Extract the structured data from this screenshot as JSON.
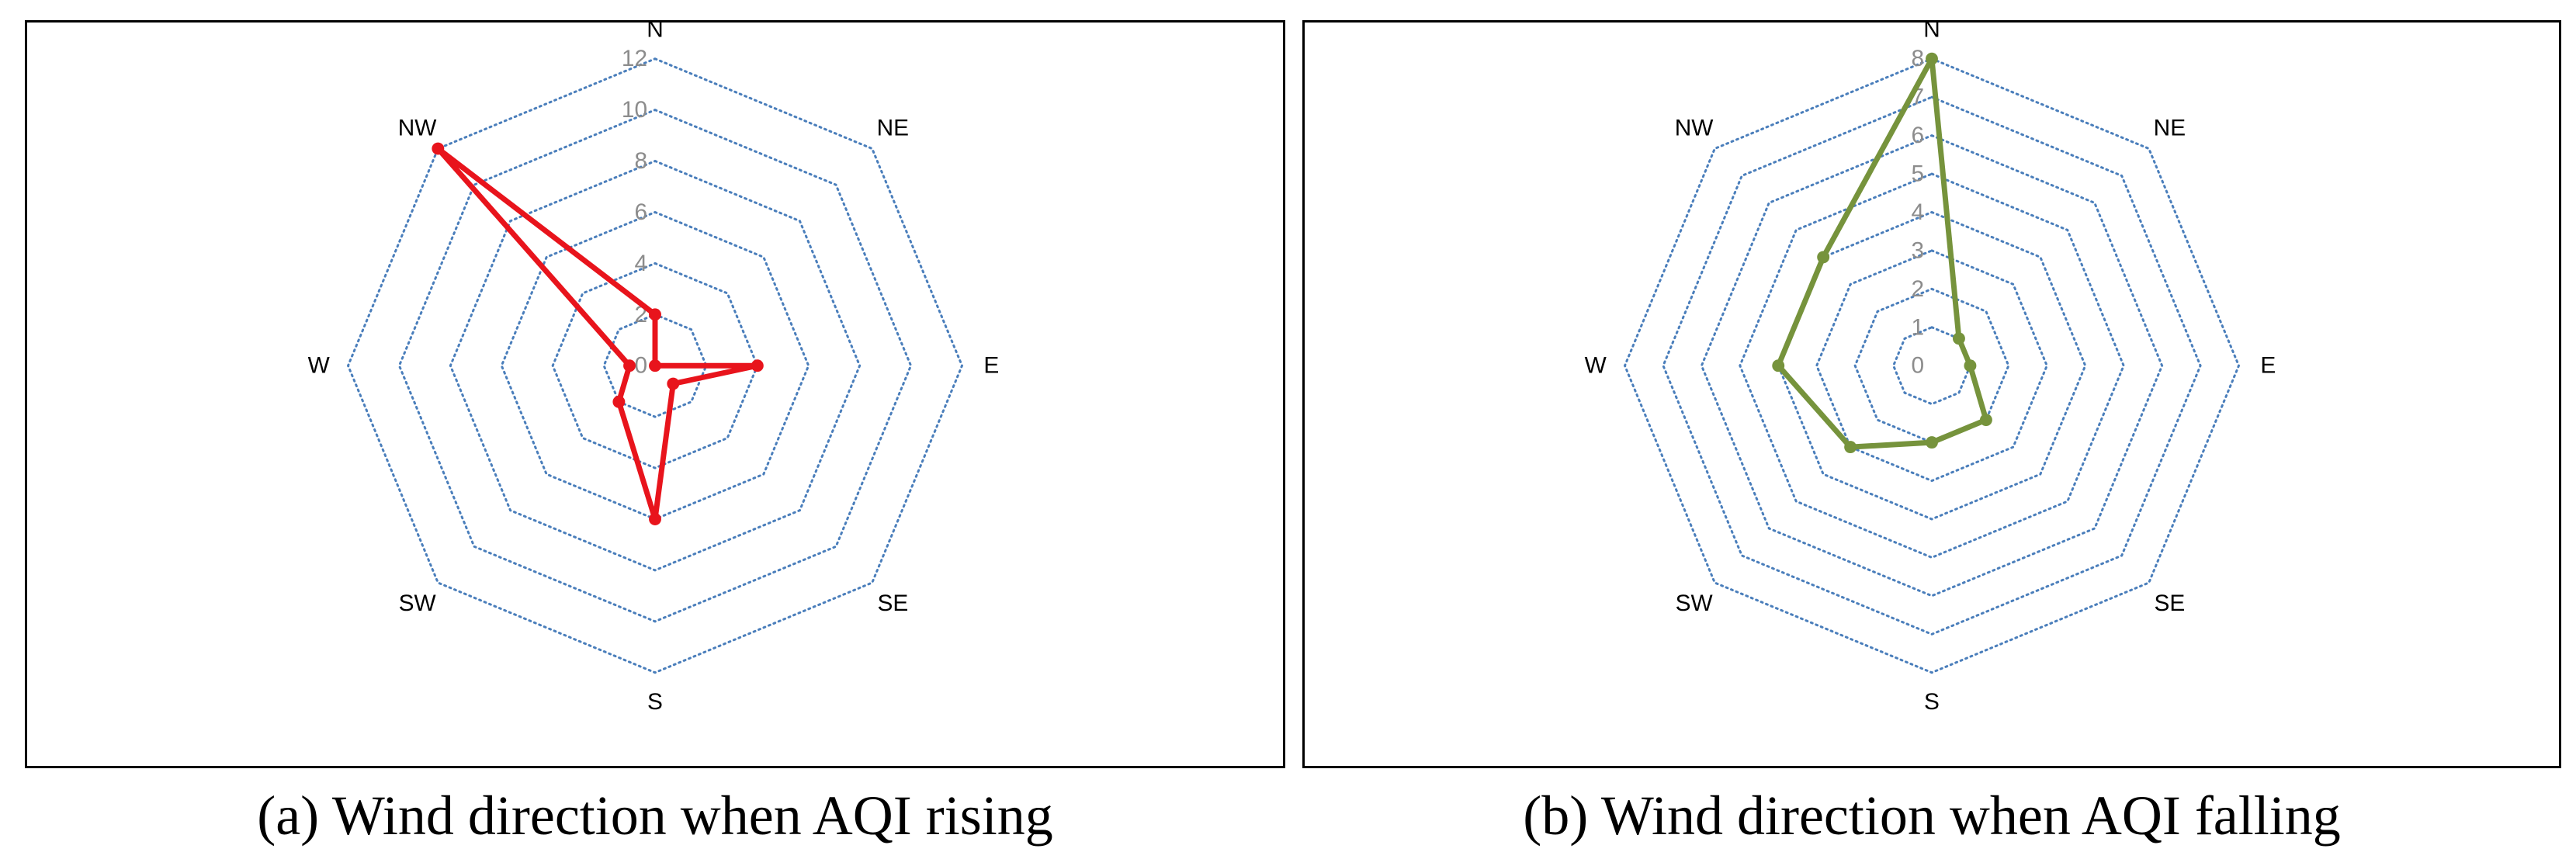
{
  "chart_data": [
    {
      "type": "radar",
      "caption": "(a) Wind direction when AQI rising",
      "categories": [
        "N",
        "NE",
        "E",
        "SE",
        "S",
        "SW",
        "W",
        "NW"
      ],
      "rmax": 12,
      "ticks": [
        "0",
        "2",
        "4",
        "6",
        "8",
        "10",
        "12"
      ],
      "grid": true,
      "series": [
        {
          "values": [
            2,
            0,
            4,
            1,
            6,
            2,
            1,
            12
          ],
          "color": "#e8141c"
        }
      ]
    },
    {
      "type": "radar",
      "caption": "(b) Wind direction when AQI falling",
      "categories": [
        "N",
        "NE",
        "E",
        "SE",
        "S",
        "SW",
        "W",
        "NW"
      ],
      "rmax": 8,
      "ticks": [
        "0",
        "1",
        "2",
        "3",
        "4",
        "5",
        "6",
        "7",
        "8"
      ],
      "grid": true,
      "series": [
        {
          "values": [
            8,
            1,
            1,
            2,
            2,
            3,
            4,
            4
          ],
          "color": "#76933c"
        }
      ]
    }
  ]
}
